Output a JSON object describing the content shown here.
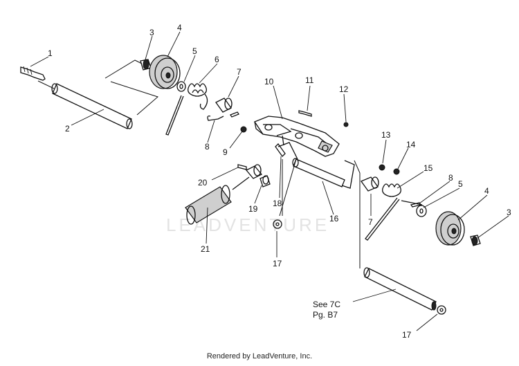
{
  "watermark": "LEADVENTURE",
  "footer": "Rendered by LeadVenture, Inc.",
  "note": {
    "line1": "See 7C",
    "line2": "Pg. B7"
  },
  "callouts": {
    "c1": "1",
    "c2": "2",
    "c3a": "3",
    "c4a": "4",
    "c5a": "5",
    "c6": "6",
    "c7a": "7",
    "c8a": "8",
    "c9": "9",
    "c10": "10",
    "c11": "11",
    "c12": "12",
    "c13": "13",
    "c14": "14",
    "c15": "15",
    "c8b": "8",
    "c5b": "5",
    "c4b": "4",
    "c3b": "3",
    "c7b": "7",
    "c16": "16",
    "c18": "18",
    "c19": "19",
    "c20": "20",
    "c21": "21",
    "c17a": "17",
    "c17b": "17"
  }
}
